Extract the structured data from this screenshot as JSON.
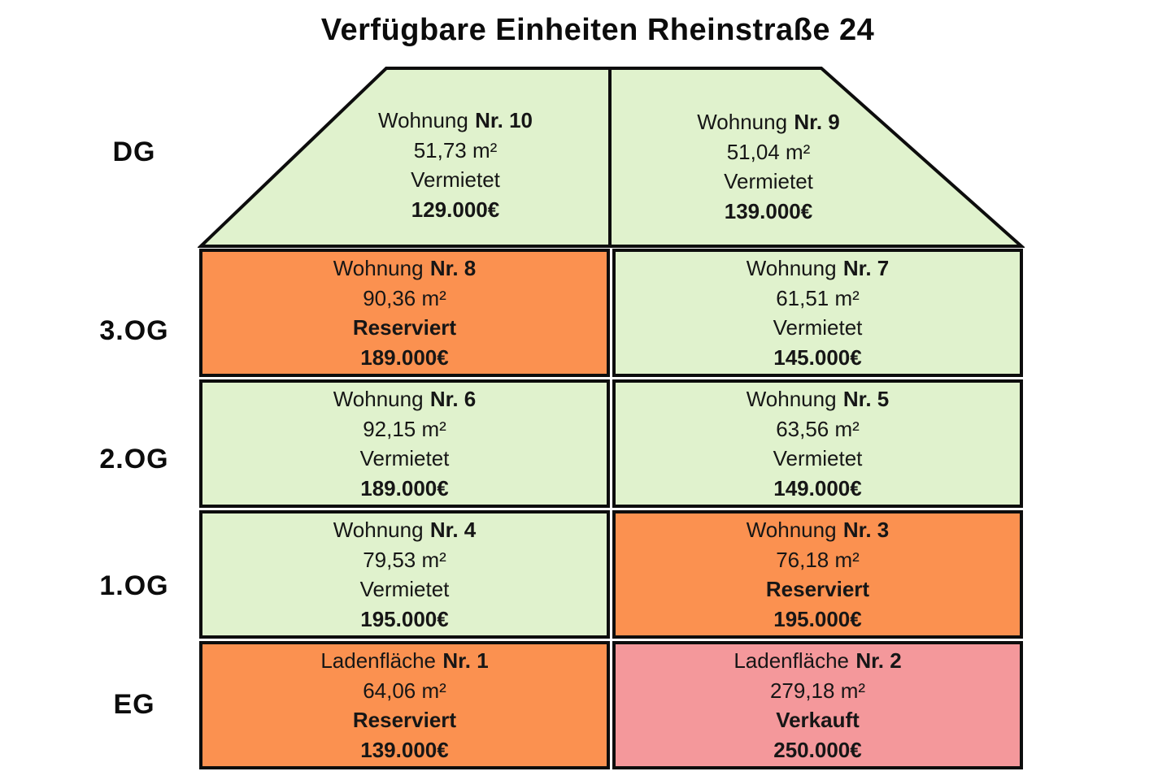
{
  "title": "Verfügbare Einheiten Rheinstraße 24",
  "colors": {
    "vermietet_green": "#e0f2cd",
    "reserviert_orange": "#fb9150",
    "verkauft_pink": "#f4989b",
    "outline_black": "#0d0d0d"
  },
  "floors": [
    {
      "label": "DG",
      "units": [
        {
          "type": "Wohnung",
          "number": "Nr. 10",
          "area": "51,73 m²",
          "status": "Vermietet",
          "price": "129.000€",
          "color": "#e0f2cd",
          "status_class": "status-normal"
        },
        {
          "type": "Wohnung",
          "number": "Nr. 9",
          "area": "51,04 m²",
          "status": "Vermietet",
          "price": "139.000€",
          "color": "#e0f2cd",
          "status_class": "status-normal"
        }
      ]
    },
    {
      "label": "3.OG",
      "units": [
        {
          "type": "Wohnung",
          "number": "Nr. 8",
          "area": "90,36 m²",
          "status": "Reserviert",
          "price": "189.000€",
          "color": "#fb9150",
          "status_class": "status-bold"
        },
        {
          "type": "Wohnung",
          "number": "Nr. 7",
          "area": "61,51 m²",
          "status": "Vermietet",
          "price": "145.000€",
          "color": "#e0f2cd",
          "status_class": "status-normal"
        }
      ]
    },
    {
      "label": "2.OG",
      "units": [
        {
          "type": "Wohnung",
          "number": "Nr. 6",
          "area": "92,15 m²",
          "status": "Vermietet",
          "price": "189.000€",
          "color": "#e0f2cd",
          "status_class": "status-normal"
        },
        {
          "type": "Wohnung",
          "number": "Nr. 5",
          "area": "63,56 m²",
          "status": "Vermietet",
          "price": "149.000€",
          "color": "#e0f2cd",
          "status_class": "status-normal"
        }
      ]
    },
    {
      "label": "1.OG",
      "units": [
        {
          "type": "Wohnung",
          "number": "Nr. 4",
          "area": "79,53 m²",
          "status": "Vermietet",
          "price": "195.000€",
          "color": "#e0f2cd",
          "status_class": "status-normal"
        },
        {
          "type": "Wohnung",
          "number": "Nr. 3",
          "area": "76,18 m²",
          "status": "Reserviert",
          "price": "195.000€",
          "color": "#fb9150",
          "status_class": "status-bold"
        }
      ]
    },
    {
      "label": "EG",
      "units": [
        {
          "type": "Ladenfläche",
          "number": "Nr. 1",
          "area": "64,06 m²",
          "status": "Reserviert",
          "price": "139.000€",
          "color": "#fb9150",
          "status_class": "status-bold"
        },
        {
          "type": "Ladenfläche",
          "number": "Nr. 2",
          "area": "279,18 m²",
          "status": "Verkauft",
          "price": "250.000€",
          "color": "#f4989b",
          "status_class": "status-bold"
        }
      ]
    }
  ]
}
